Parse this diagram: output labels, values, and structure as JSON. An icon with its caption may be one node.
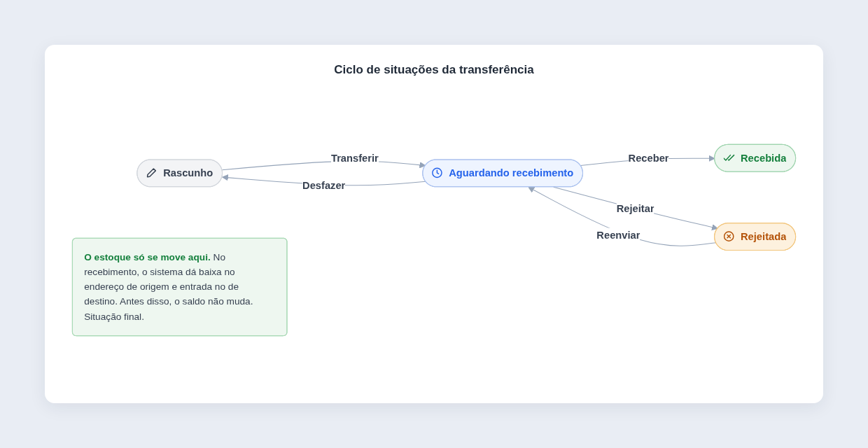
{
  "diagram": {
    "title": "Ciclo de situações da transferência",
    "nodes": [
      {
        "text": [
          "Rascunho"
        ]
      },
      {
        "text": [
          "Aguardando recebimento"
        ]
      },
      {
        "text": [
          "Recebida"
        ]
      },
      {
        "text": [
          "Rejeitada"
        ]
      },
      {
        "text": [
          "**O estoque só se move aqui.** No recebimento, o sistema dá baixa no endereço de origem e entrada no de destino. Antes disso, o saldo não muda. Situação final."
        ]
      }
    ],
    "edges": [
      {
        "from": 1,
        "to": 0,
        "arrow": "to",
        "label": "Desfazer"
      },
      {
        "from": 0,
        "to": 1,
        "arrow": "to",
        "label": "Transferir"
      },
      {
        "from": 1,
        "to": 2,
        "arrow": "to",
        "label": "Receber"
      },
      {
        "from": 3,
        "to": 1,
        "arrow": "to",
        "label": "Reenviar"
      },
      {
        "from": 1,
        "to": 3,
        "arrow": "to",
        "label": "Rejeitar"
      }
    ]
  }
}
